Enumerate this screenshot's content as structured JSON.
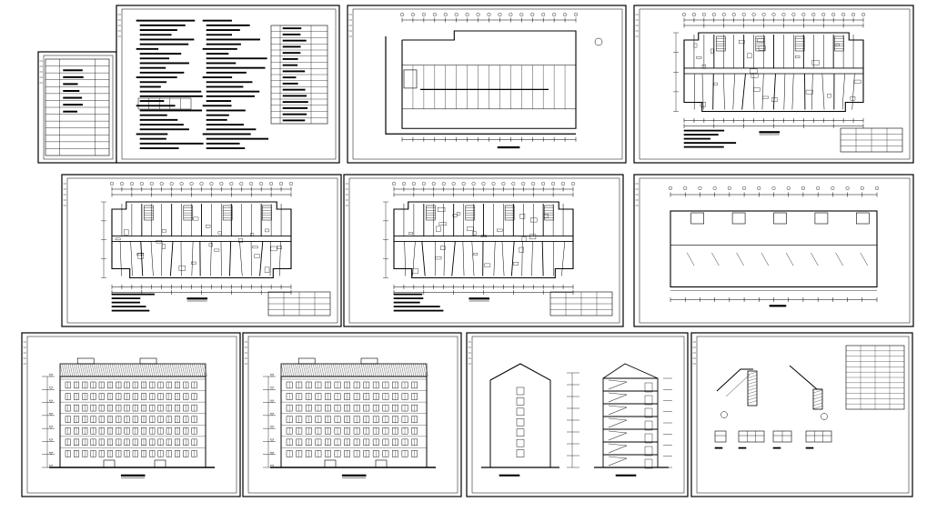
{
  "sheet_set": {
    "colors": {
      "line": "#000000",
      "paper": "#ffffff",
      "frame_fill": "#ffffff"
    },
    "sheets": [
      {
        "id": "index",
        "kind": "index-table"
      },
      {
        "id": "design-notes",
        "kind": "notes-text"
      },
      {
        "id": "site-plan",
        "kind": "plan-basement"
      },
      {
        "id": "floor-plan-1",
        "kind": "plan-units"
      },
      {
        "id": "floor-plan-2",
        "kind": "plan-units"
      },
      {
        "id": "floor-plan-3",
        "kind": "plan-units"
      },
      {
        "id": "roof-plan",
        "kind": "plan-roof"
      },
      {
        "id": "front-elevation",
        "kind": "elevation"
      },
      {
        "id": "rear-elevation",
        "kind": "elevation"
      },
      {
        "id": "side-and-section",
        "kind": "side-section"
      },
      {
        "id": "details",
        "kind": "details"
      }
    ]
  }
}
